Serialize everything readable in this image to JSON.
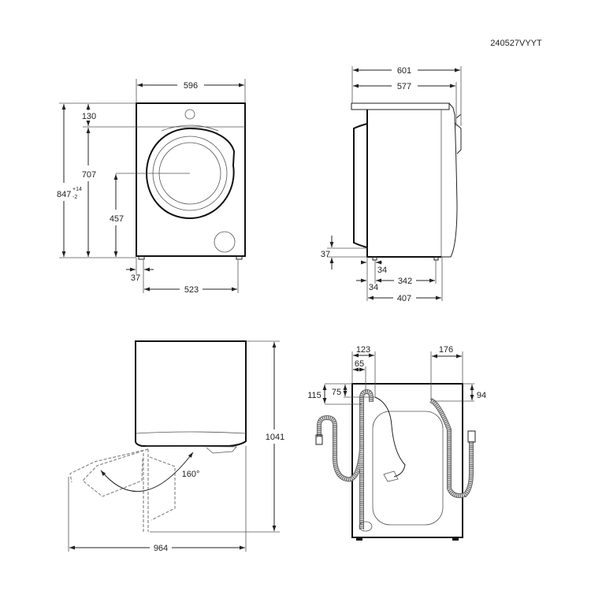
{
  "model_code": "240527VYYT",
  "front_view": {
    "width": "596",
    "height": "847",
    "height_tol_plus": "+14",
    "height_tol_minus": "-2",
    "top_panel": "130",
    "body_height": "707",
    "door_center_height": "457",
    "foot_offset": "37",
    "foot_spacing": "523"
  },
  "side_view": {
    "total_depth": "601",
    "depth": "577",
    "foot_height": "37",
    "rear_foot_offset": "34",
    "foot_spacing": "342",
    "rear_offset": "34",
    "depth_feet": "407"
  },
  "top_view": {
    "door_open_depth": "1041",
    "door_open_width": "964",
    "door_angle": "160°"
  },
  "back_view": {
    "drain_x": "123",
    "inlet_x_left": "65",
    "drain_y": "115",
    "inlet_y_left": "75",
    "inlet_x_right": "176",
    "inlet_y_right": "94"
  }
}
